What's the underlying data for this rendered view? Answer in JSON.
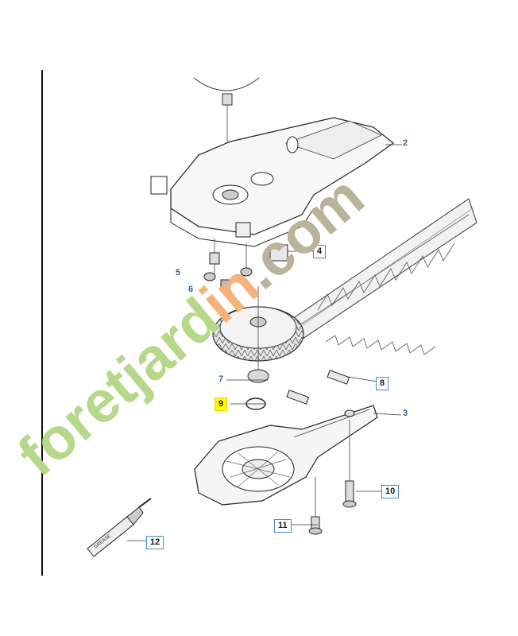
{
  "diagram": {
    "callouts": [
      {
        "id": "c2",
        "label": "2"
      },
      {
        "id": "c4",
        "label": "4"
      },
      {
        "id": "c5",
        "label": "5"
      },
      {
        "id": "c6",
        "label": "6"
      },
      {
        "id": "c7",
        "label": "7"
      },
      {
        "id": "c8",
        "label": "8"
      },
      {
        "id": "c9",
        "label": "9"
      },
      {
        "id": "c3",
        "label": "3"
      },
      {
        "id": "c10",
        "label": "10"
      },
      {
        "id": "c11",
        "label": "11"
      },
      {
        "id": "c12",
        "label": "12"
      }
    ],
    "highlight_color": "#fffb00",
    "callout_border_color": "#4a8fb8"
  },
  "watermark": {
    "text_part1": "foretjard",
    "text_part2": "in",
    "text_part3": ".com",
    "color_green": "#b6d88a",
    "color_orange": "#f3b37a",
    "color_grey": "#b9b39a"
  },
  "tube_label": "GREASE"
}
